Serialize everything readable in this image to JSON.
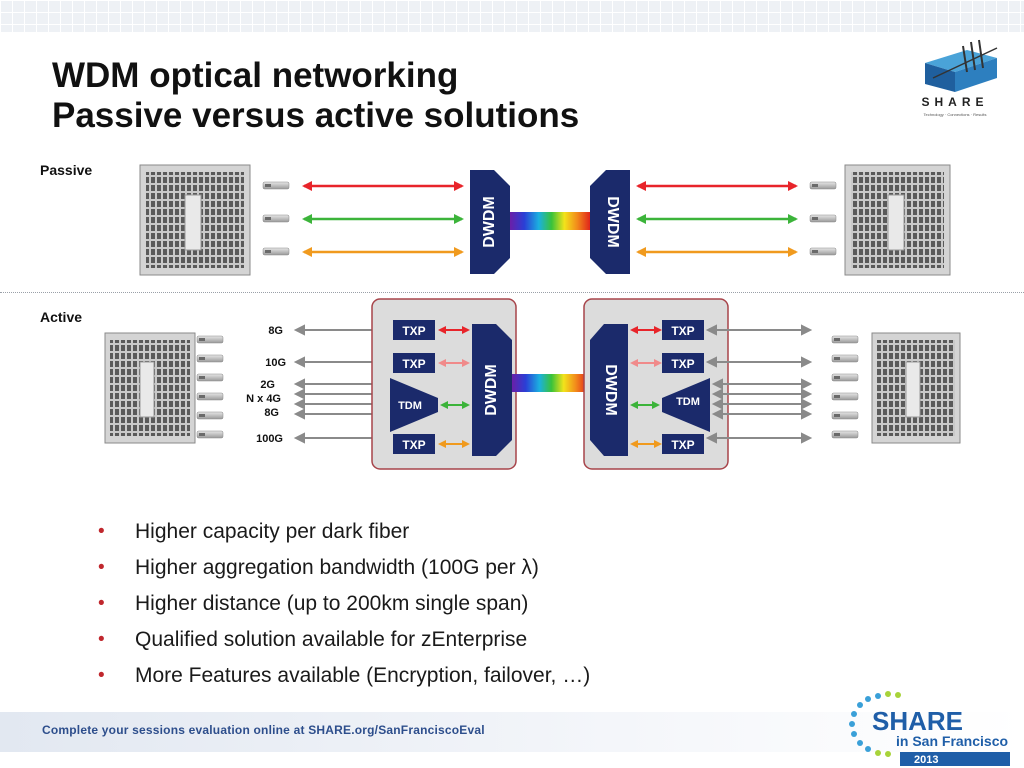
{
  "slide": {
    "title_line1": "WDM optical networking",
    "title_line2": "Passive versus active solutions"
  },
  "logo_top": {
    "text": "SHARE",
    "tagline": "Technology · Connections · Results"
  },
  "sections": {
    "passive": "Passive",
    "active": "Active"
  },
  "diagram": {
    "dwdm_label": "DWDM",
    "txp_label": "TXP",
    "tdm_label": "TDM",
    "rate_labels": [
      "8G",
      "10G",
      "2G",
      "N x 4G",
      "8G",
      "100G"
    ],
    "colors": {
      "red": "#e8242a",
      "green": "#3cb43a",
      "orange": "#f09a1e",
      "navy": "#1b2a6b",
      "gray": "#8a8a8a"
    }
  },
  "bullets": [
    "Higher capacity per dark fiber",
    "Higher aggregation bandwidth (100G per λ)",
    "Higher distance (up to 200km single span)",
    "Qualified solution available for zEnterprise",
    "More Features available (Encryption, failover, …)"
  ],
  "footer": {
    "text": "Complete your sessions evaluation online at SHARE.org/SanFranciscoEval",
    "logo_text": "SHARE",
    "logo_sub": "in San Francisco",
    "logo_year": "2013"
  }
}
